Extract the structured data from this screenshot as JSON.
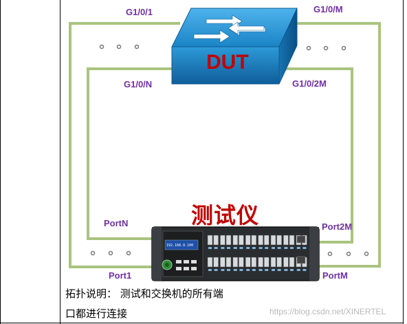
{
  "diagram": {
    "dut_label": "DUT",
    "tester_label": "测试仪",
    "switch_ports": {
      "top_left": "G1/0/1",
      "top_right": "G1/0/M",
      "mid_left": "G1/0/N",
      "mid_right": "G1/0/2M"
    },
    "tester_ports": {
      "upper_left": "PortN",
      "lower_left": "Port1",
      "upper_right": "Port2M",
      "lower_right": "PortM"
    },
    "device_screen_text": "192.168.0.100"
  },
  "caption": {
    "line1": "拓扑说明： 测试和交换机的所有端",
    "line2": "口都进行连接"
  },
  "watermark": "https://blog.csdn.net/XINERTEL",
  "colors": {
    "cable": "#a9c47f",
    "port_label": "#7030a0",
    "title_red": "#c00000",
    "switch_blue": "#1e88c8"
  }
}
